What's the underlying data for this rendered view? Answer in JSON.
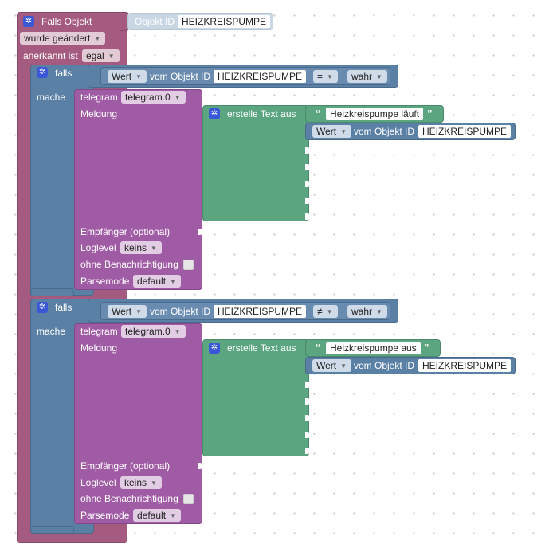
{
  "falls_objekt": {
    "title": "Falls Objekt",
    "objekt_id_label": "Objekt ID",
    "objekt_id_value": "HEIZKREISPUMPE",
    "trigger_option": "wurde geändert",
    "anerkannt_label": "anerkannt ist",
    "anerkannt_option": "egal"
  },
  "conditions": [
    {
      "falls_label": "falls",
      "mache_label": "mache",
      "wert_option": "Wert",
      "vom_objekt_label": "vom Objekt ID",
      "objekt_value": "HEIZKREISPUMPE",
      "operator": "=",
      "value_option": "wahr",
      "telegram": {
        "label": "telegram",
        "instance": "telegram.0",
        "meldung_label": "Meldung",
        "empfaenger_label": "Empfänger (optional)",
        "loglevel_label": "Loglevel",
        "loglevel_option": "keins",
        "ohne_label": "ohne Benachrichtigung",
        "parsemode_label": "Parsemode",
        "parsemode_option": "default"
      },
      "text": {
        "label": "erstelle Text aus",
        "string": "Heizkreispumpe läuft",
        "wert_option": "Wert",
        "vom_objekt_label": "vom Objekt ID",
        "objekt_value": "HEIZKREISPUMPE"
      }
    },
    {
      "falls_label": "falls",
      "mache_label": "mache",
      "wert_option": "Wert",
      "vom_objekt_label": "vom Objekt ID",
      "objekt_value": "HEIZKREISPUMPE",
      "operator": "≠",
      "value_option": "wahr",
      "telegram": {
        "label": "telegram",
        "instance": "telegram.0",
        "meldung_label": "Meldung",
        "empfaenger_label": "Empfänger (optional)",
        "loglevel_label": "Loglevel",
        "loglevel_option": "keins",
        "ohne_label": "ohne Benachrichtigung",
        "parsemode_label": "Parsemode",
        "parsemode_option": "default"
      },
      "text": {
        "label": "erstelle Text aus",
        "string": "Heizkreispumpe aus",
        "wert_option": "Wert",
        "vom_objekt_label": "vom Objekt ID",
        "objekt_value": "HEIZKREISPUMPE"
      }
    }
  ],
  "icons": {
    "block_settings": "gear-icon",
    "dropdown": "triangle-down",
    "quote_open": "“",
    "quote_close": "”"
  },
  "colors": {
    "event": "#a55b80",
    "logic": "#5b80a5",
    "telegram": "#a05ba5",
    "text": "#5ba580",
    "gear": "#3a57d8"
  }
}
